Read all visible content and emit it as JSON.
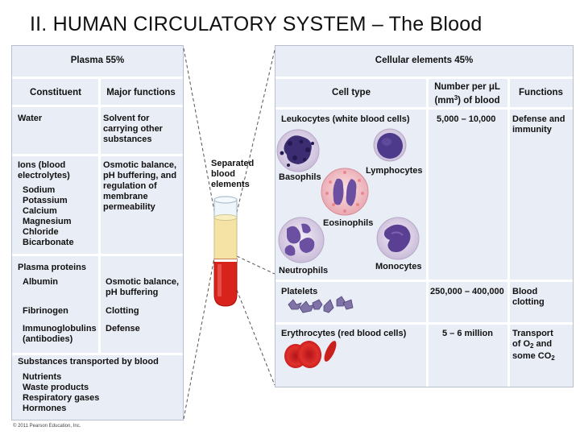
{
  "title": "II.  HUMAN CIRCULATORY SYSTEM – The Blood",
  "plasma": {
    "header": "Plasma 55%",
    "col_constituent": "Constituent",
    "col_functions": "Major functions",
    "water": {
      "name": "Water",
      "function": "Solvent for carrying other substances"
    },
    "ions": {
      "name": "Ions (blood electrolytes)",
      "items": [
        "Sodium",
        "Potassium",
        "Calcium",
        "Magnesium",
        "Chloride",
        "Bicarbonate"
      ],
      "function": "Osmotic balance, pH buffering, and regulation of membrane permeability"
    },
    "proteins": {
      "name": "Plasma proteins",
      "rows": [
        {
          "name": "Albumin",
          "function": "Osmotic balance, pH buffering"
        },
        {
          "name": "Fibrinogen",
          "function": "Clotting"
        },
        {
          "name": "Immunoglobulins (antibodies)",
          "function": "Defense"
        }
      ]
    },
    "transported": {
      "name": "Substances transported by blood",
      "items": [
        "Nutrients",
        "Waste products",
        "Respiratory gases",
        "Hormones"
      ]
    }
  },
  "separated_label": "Separated blood elements",
  "cellular": {
    "header": "Cellular elements 45%",
    "col_celltype": "Cell type",
    "col_number_a": "Number per μL",
    "col_number_b": "(mm",
    "col_number_sup": "3",
    "col_number_c": ") of blood",
    "col_functions": "Functions",
    "leukocytes": {
      "name": "Leukocytes (white blood cells)",
      "number": "5,000 – 10,000",
      "function": "Defense and immunity",
      "cell_labels": {
        "basophils": "Basophils",
        "lymphocytes": "Lymphocytes",
        "eosinophils": "Eosinophils",
        "neutrophils": "Neutrophils",
        "monocytes": "Monocytes"
      }
    },
    "platelets": {
      "name": "Platelets",
      "number": "250,000 – 400,000",
      "function": "Blood clotting"
    },
    "erythrocytes": {
      "name": "Erythrocytes (red blood cells)",
      "number": "5 – 6 million",
      "function_a": "Transport",
      "function_b": "of O",
      "function_b_sub": "2",
      "function_c": " and",
      "function_d": "some CO",
      "function_d_sub": "2"
    }
  },
  "copyright": "© 2011 Pearson Education, Inc.",
  "colors": {
    "panel": "#e9edf5",
    "plasma": "#f5e3a6",
    "blood": "#d8231c",
    "purple": "#6b4fa0"
  }
}
